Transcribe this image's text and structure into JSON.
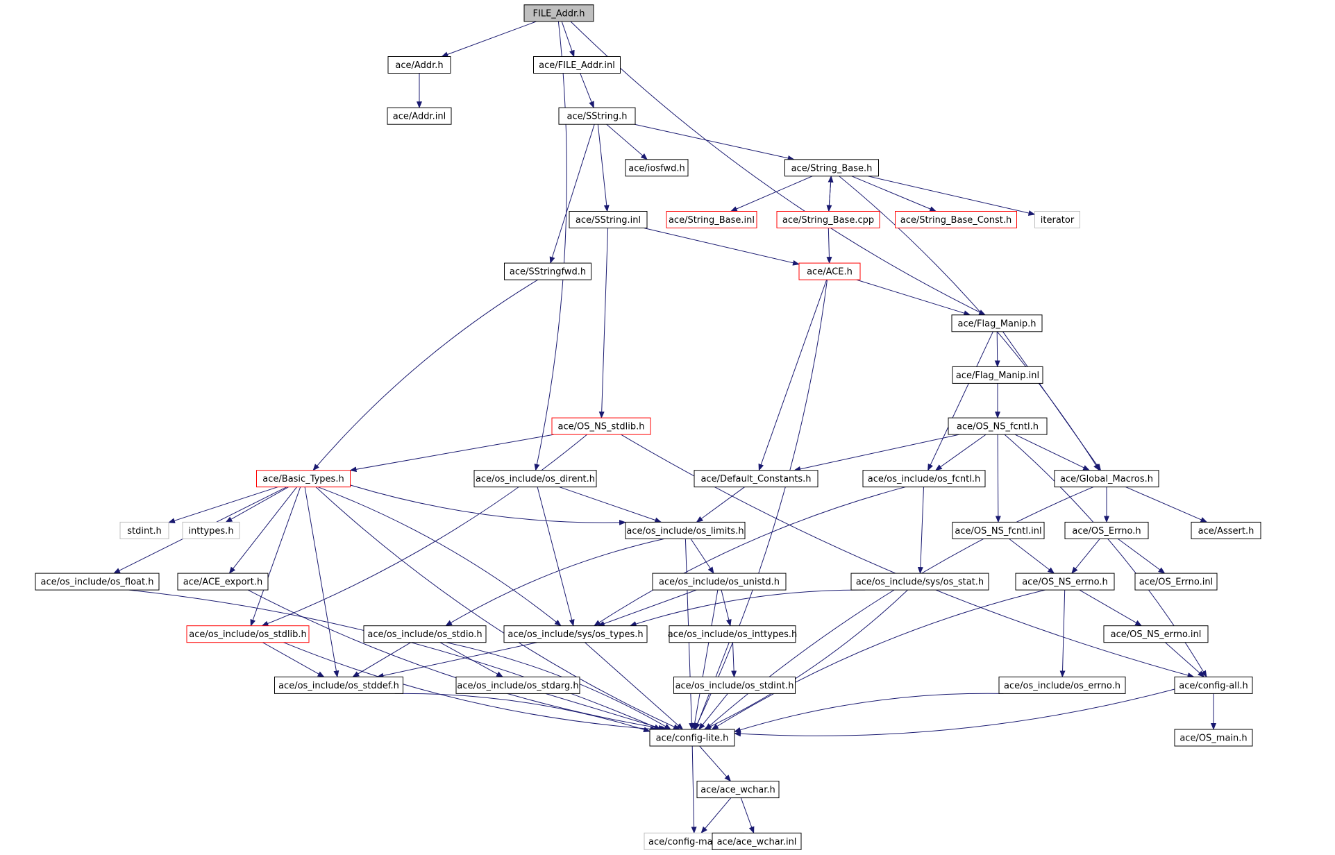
{
  "graph": {
    "colors": {
      "edge": "#191970",
      "node_stroke": "#000000",
      "truncated_stroke": "#ff0000",
      "external_stroke": "#bfbfbf",
      "root_fill": "#bfbfbf",
      "fill": "#ffffff",
      "text": "#000000"
    },
    "nodes": [
      {
        "id": "n0",
        "label": "FILE_Addr.h",
        "kind": "root"
      },
      {
        "id": "n1",
        "label": "ace/Addr.h",
        "kind": "normal"
      },
      {
        "id": "n2",
        "label": "ace/FILE_Addr.inl",
        "kind": "normal"
      },
      {
        "id": "n3",
        "label": "ace/Addr.inl",
        "kind": "normal"
      },
      {
        "id": "n4",
        "label": "ace/SString.h",
        "kind": "normal"
      },
      {
        "id": "n5",
        "label": "ace/iosfwd.h",
        "kind": "normal"
      },
      {
        "id": "n6",
        "label": "ace/String_Base.h",
        "kind": "normal"
      },
      {
        "id": "n7",
        "label": "ace/SString.inl",
        "kind": "normal"
      },
      {
        "id": "n8",
        "label": "ace/String_Base.inl",
        "kind": "truncated"
      },
      {
        "id": "n9",
        "label": "ace/String_Base.cpp",
        "kind": "truncated"
      },
      {
        "id": "n10",
        "label": "ace/String_Base_Const.h",
        "kind": "truncated"
      },
      {
        "id": "n11",
        "label": "iterator",
        "kind": "external"
      },
      {
        "id": "n12",
        "label": "ace/SStringfwd.h",
        "kind": "normal"
      },
      {
        "id": "n13",
        "label": "ace/ACE.h",
        "kind": "truncated"
      },
      {
        "id": "n14",
        "label": "ace/Flag_Manip.h",
        "kind": "normal"
      },
      {
        "id": "n15",
        "label": "ace/Flag_Manip.inl",
        "kind": "normal"
      },
      {
        "id": "n16",
        "label": "ace/OS_NS_stdlib.h",
        "kind": "truncated"
      },
      {
        "id": "n17",
        "label": "ace/OS_NS_fcntl.h",
        "kind": "normal"
      },
      {
        "id": "n18",
        "label": "ace/Basic_Types.h",
        "kind": "truncated"
      },
      {
        "id": "n19",
        "label": "ace/os_include/os_dirent.h",
        "kind": "normal"
      },
      {
        "id": "n20",
        "label": "ace/Default_Constants.h",
        "kind": "normal"
      },
      {
        "id": "n21",
        "label": "ace/os_include/os_fcntl.h",
        "kind": "normal"
      },
      {
        "id": "n22",
        "label": "ace/Global_Macros.h",
        "kind": "normal"
      },
      {
        "id": "n23",
        "label": "stdint.h",
        "kind": "external"
      },
      {
        "id": "n24",
        "label": "inttypes.h",
        "kind": "external"
      },
      {
        "id": "n25",
        "label": "ace/os_include/os_limits.h",
        "kind": "normal"
      },
      {
        "id": "n26",
        "label": "ace/OS_NS_fcntl.inl",
        "kind": "normal"
      },
      {
        "id": "n27",
        "label": "ace/OS_Errno.h",
        "kind": "normal"
      },
      {
        "id": "n28",
        "label": "ace/Assert.h",
        "kind": "normal"
      },
      {
        "id": "n29",
        "label": "ace/os_include/os_float.h",
        "kind": "normal"
      },
      {
        "id": "n30",
        "label": "ace/ACE_export.h",
        "kind": "normal"
      },
      {
        "id": "n31",
        "label": "ace/os_include/os_unistd.h",
        "kind": "normal"
      },
      {
        "id": "n32",
        "label": "ace/os_include/sys/os_stat.h",
        "kind": "normal"
      },
      {
        "id": "n33",
        "label": "ace/OS_NS_errno.h",
        "kind": "normal"
      },
      {
        "id": "n34",
        "label": "ace/OS_Errno.inl",
        "kind": "normal"
      },
      {
        "id": "n35",
        "label": "ace/os_include/os_stdlib.h",
        "kind": "truncated"
      },
      {
        "id": "n36",
        "label": "ace/os_include/os_stdio.h",
        "kind": "normal"
      },
      {
        "id": "n37",
        "label": "ace/os_include/sys/os_types.h",
        "kind": "normal"
      },
      {
        "id": "n38",
        "label": "ace/os_include/os_inttypes.h",
        "kind": "normal"
      },
      {
        "id": "n39",
        "label": "ace/OS_NS_errno.inl",
        "kind": "normal"
      },
      {
        "id": "n40",
        "label": "ace/os_include/os_stddef.h",
        "kind": "normal"
      },
      {
        "id": "n41",
        "label": "ace/os_include/os_stdarg.h",
        "kind": "normal"
      },
      {
        "id": "n42",
        "label": "ace/os_include/os_stdint.h",
        "kind": "normal"
      },
      {
        "id": "n43",
        "label": "ace/os_include/os_errno.h",
        "kind": "normal"
      },
      {
        "id": "n44",
        "label": "ace/config-all.h",
        "kind": "normal"
      },
      {
        "id": "n45",
        "label": "ace/config-lite.h",
        "kind": "normal"
      },
      {
        "id": "n46",
        "label": "ace/OS_main.h",
        "kind": "normal"
      },
      {
        "id": "n47",
        "label": "ace/ace_wchar.h",
        "kind": "normal"
      },
      {
        "id": "n48",
        "label": "ace/config-macros.h",
        "kind": "external"
      },
      {
        "id": "n49",
        "label": "ace/ace_wchar.inl",
        "kind": "normal"
      }
    ],
    "edges": [
      [
        "n0",
        "n1"
      ],
      [
        "n0",
        "n2"
      ],
      [
        "n0",
        "n19"
      ],
      [
        "n0",
        "n14"
      ],
      [
        "n1",
        "n3"
      ],
      [
        "n2",
        "n4"
      ],
      [
        "n4",
        "n5"
      ],
      [
        "n4",
        "n6"
      ],
      [
        "n4",
        "n7"
      ],
      [
        "n4",
        "n12"
      ],
      [
        "n6",
        "n8"
      ],
      [
        "n6",
        "n9"
      ],
      [
        "n6",
        "n10"
      ],
      [
        "n6",
        "n11"
      ],
      [
        "n6",
        "n22"
      ],
      [
        "n9",
        "n6"
      ],
      [
        "n9",
        "n13"
      ],
      [
        "n7",
        "n13"
      ],
      [
        "n7",
        "n16"
      ],
      [
        "n12",
        "n18"
      ],
      [
        "n13",
        "n14"
      ],
      [
        "n13",
        "n20"
      ],
      [
        "n13",
        "n45"
      ],
      [
        "n14",
        "n15"
      ],
      [
        "n14",
        "n21"
      ],
      [
        "n14",
        "n22"
      ],
      [
        "n15",
        "n17"
      ],
      [
        "n16",
        "n18"
      ],
      [
        "n16",
        "n35"
      ],
      [
        "n16",
        "n44"
      ],
      [
        "n17",
        "n20"
      ],
      [
        "n17",
        "n21"
      ],
      [
        "n17",
        "n22"
      ],
      [
        "n17",
        "n26"
      ],
      [
        "n17",
        "n44"
      ],
      [
        "n18",
        "n23"
      ],
      [
        "n18",
        "n24"
      ],
      [
        "n18",
        "n25"
      ],
      [
        "n18",
        "n29"
      ],
      [
        "n18",
        "n30"
      ],
      [
        "n18",
        "n35"
      ],
      [
        "n18",
        "n40"
      ],
      [
        "n18",
        "n37"
      ],
      [
        "n18",
        "n45"
      ],
      [
        "n19",
        "n25"
      ],
      [
        "n19",
        "n37"
      ],
      [
        "n20",
        "n25"
      ],
      [
        "n21",
        "n37"
      ],
      [
        "n21",
        "n32"
      ],
      [
        "n22",
        "n27"
      ],
      [
        "n22",
        "n28"
      ],
      [
        "n22",
        "n45"
      ],
      [
        "n25",
        "n31"
      ],
      [
        "n25",
        "n36"
      ],
      [
        "n25",
        "n45"
      ],
      [
        "n26",
        "n33"
      ],
      [
        "n27",
        "n33"
      ],
      [
        "n27",
        "n34"
      ],
      [
        "n29",
        "n45"
      ],
      [
        "n30",
        "n45"
      ],
      [
        "n31",
        "n37"
      ],
      [
        "n31",
        "n38"
      ],
      [
        "n31",
        "n45"
      ],
      [
        "n32",
        "n37"
      ],
      [
        "n32",
        "n45"
      ],
      [
        "n33",
        "n39"
      ],
      [
        "n33",
        "n43"
      ],
      [
        "n33",
        "n45"
      ],
      [
        "n35",
        "n40"
      ],
      [
        "n35",
        "n45"
      ],
      [
        "n36",
        "n40"
      ],
      [
        "n36",
        "n41"
      ],
      [
        "n36",
        "n45"
      ],
      [
        "n37",
        "n40"
      ],
      [
        "n37",
        "n45"
      ],
      [
        "n38",
        "n42"
      ],
      [
        "n38",
        "n45"
      ],
      [
        "n39",
        "n44"
      ],
      [
        "n40",
        "n45"
      ],
      [
        "n41",
        "n45"
      ],
      [
        "n42",
        "n45"
      ],
      [
        "n43",
        "n45"
      ],
      [
        "n44",
        "n45"
      ],
      [
        "n44",
        "n46"
      ],
      [
        "n45",
        "n47"
      ],
      [
        "n45",
        "n48"
      ],
      [
        "n47",
        "n48"
      ],
      [
        "n47",
        "n49"
      ]
    ]
  }
}
